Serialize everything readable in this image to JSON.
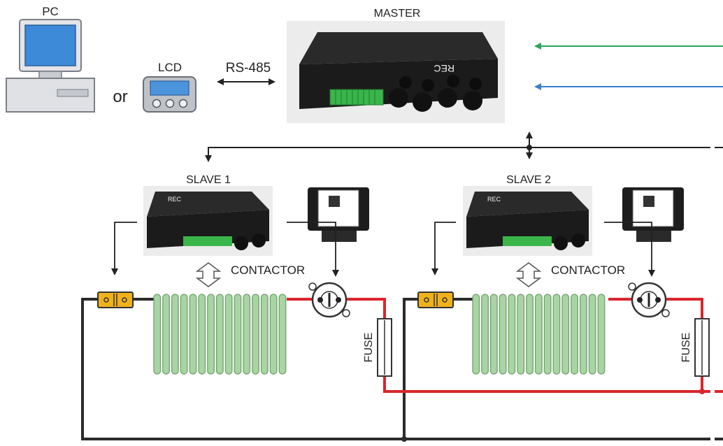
{
  "labels": {
    "pc": "PC",
    "or": "or",
    "lcd": "LCD",
    "rs485": "RS-485",
    "master": "MASTER",
    "slave1": "SLAVE 1",
    "slave2": "SLAVE 2",
    "contactor1": "CONTACTOR",
    "contactor2": "CONTACTOR",
    "fuse1": "FUSE",
    "fuse2": "FUSE",
    "brand": "REC"
  },
  "colors": {
    "power_positive": "#d9262c",
    "power_negative": "#2b2b2b",
    "signal_green": "#2aa55a",
    "signal_blue": "#3a7fd0",
    "cell_fill": "#a9d4a4",
    "cell_stroke": "#6fa06a",
    "shunt_fill": "#f0b21b",
    "device_body": "#202020",
    "terminal_green": "#39b54a"
  },
  "cells_per_pack": 15
}
